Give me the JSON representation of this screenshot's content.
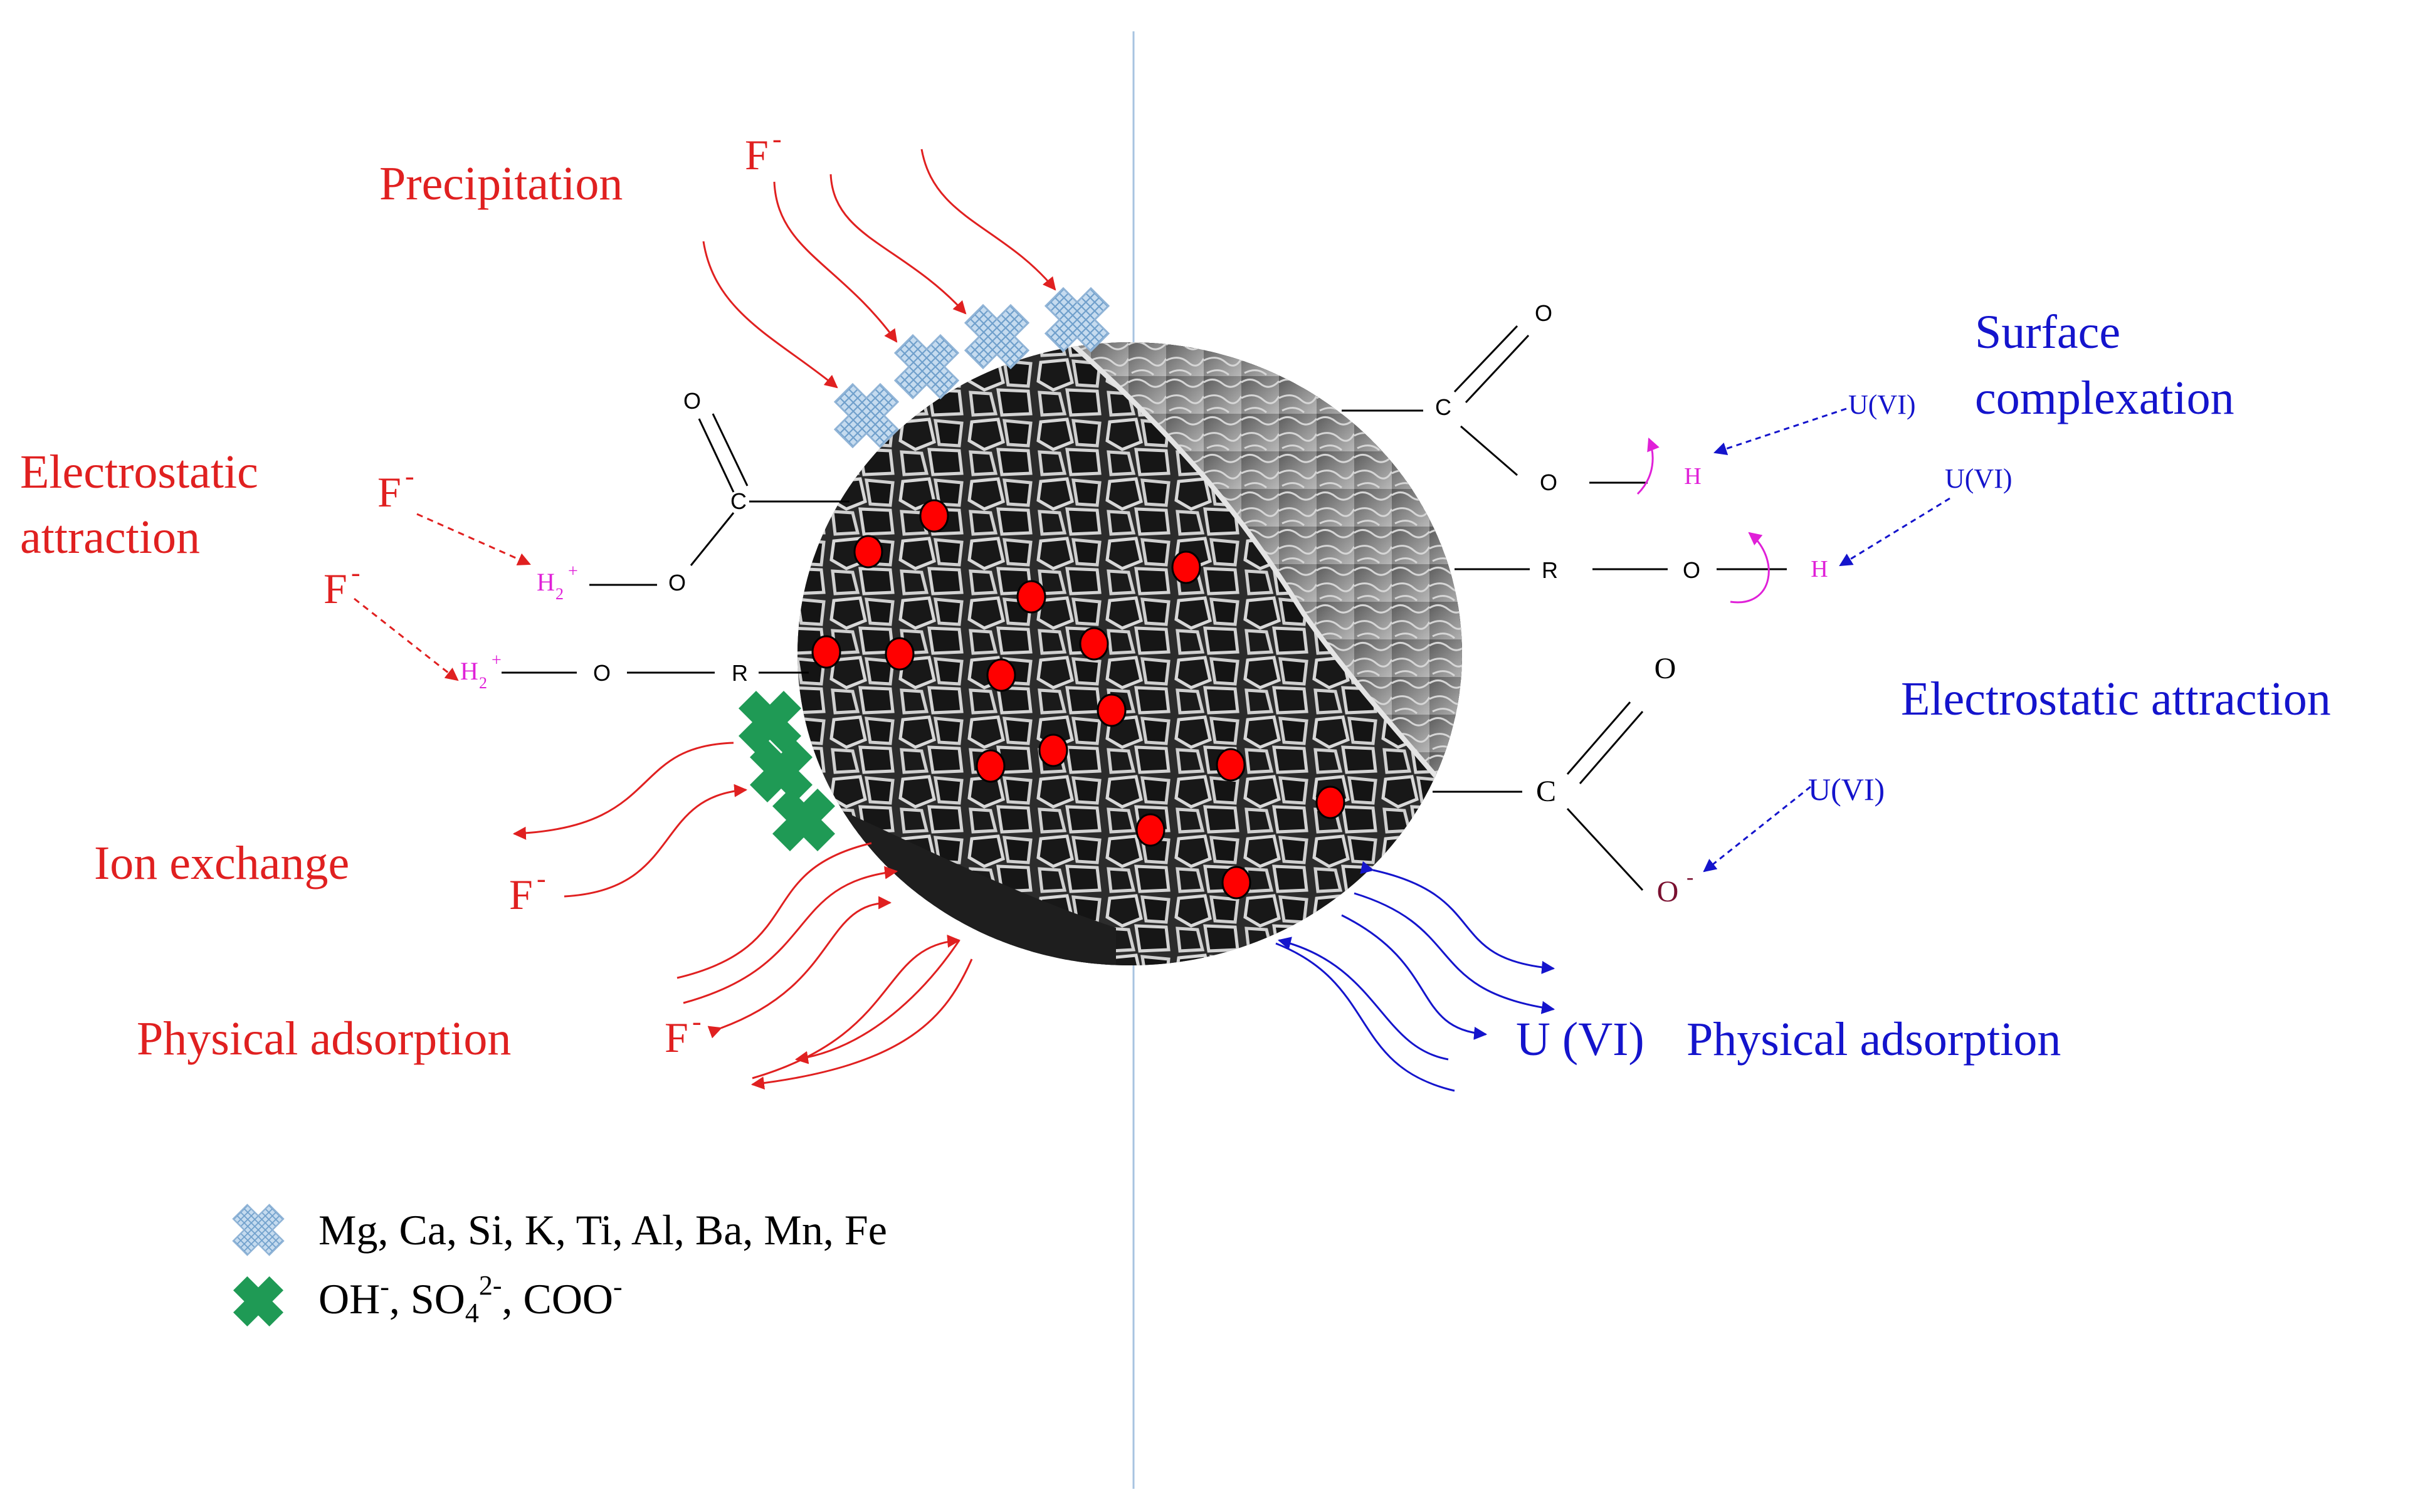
{
  "colors": {
    "fluoride": "#e02020",
    "uranium": "#1414cc",
    "proton": "#e020d8",
    "bond": "#000000",
    "oxide_anion": "#7a1030",
    "divider": "#a8c4e0",
    "metal_marker": "#a9c8e6",
    "anion_marker": "#1f9a55",
    "particle_dot": "#ff0000"
  },
  "left_labels": {
    "precipitation": "Precipitation",
    "electrostatic_1": "Electrostatic",
    "electrostatic_2": "attraction",
    "ion_exchange": "Ion exchange",
    "physical_adsorption": "Physical adsorption"
  },
  "right_labels": {
    "surface_complexation_1": "Surface",
    "surface_complexation_2": "complexation",
    "electrostatic_attraction": "Electrostatic attraction",
    "physical_adsorption": "Physical adsorption"
  },
  "species": {
    "F": "F",
    "minus": "-",
    "H": "H",
    "two": "2",
    "plus": "+",
    "U_VI": "U(VI)",
    "U_VI_spaced": "U (VI)"
  },
  "atoms": {
    "C": "C",
    "O": "O",
    "R": "R",
    "H": "H"
  },
  "legend": {
    "metals": "Mg, Ca, Si, K, Ti, Al, Ba, Mn, Fe",
    "anion_oh": "OH",
    "anion_so": ", SO",
    "anion_sub4": "4",
    "anion_sup2": "2-",
    "anion_coo": ", COO",
    "minus": "-",
    "metal_icon": "cross-mark-metal",
    "anion_icon": "cross-mark-anion"
  }
}
